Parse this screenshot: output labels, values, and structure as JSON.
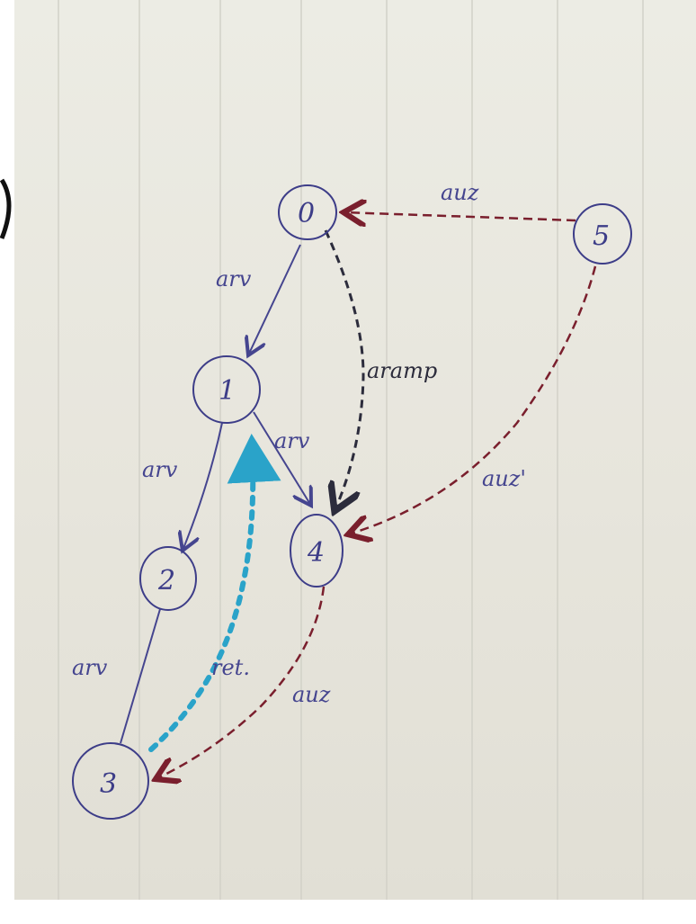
{
  "nodes": [
    {
      "id": "node-0",
      "label": "0"
    },
    {
      "id": "node-1",
      "label": "1"
    },
    {
      "id": "node-2",
      "label": "2"
    },
    {
      "id": "node-3",
      "label": "3"
    },
    {
      "id": "node-4",
      "label": "4"
    },
    {
      "id": "node-5",
      "label": "5"
    }
  ],
  "edges": [
    {
      "from": "0",
      "to": "1",
      "label": "arv",
      "color": "#45458f",
      "style": "solid"
    },
    {
      "from": "1",
      "to": "2",
      "label": "arv",
      "color": "#45458f",
      "style": "solid"
    },
    {
      "from": "1",
      "to": "4",
      "label": "arv",
      "color": "#45458f",
      "style": "solid"
    },
    {
      "from": "2",
      "to": "3",
      "label": "arv",
      "color": "#45458f",
      "style": "solid"
    },
    {
      "from": "0",
      "to": "4",
      "label": "aramp",
      "color": "#2c2c3c",
      "style": "dashed"
    },
    {
      "from": "5",
      "to": "0",
      "label": "auz",
      "color": "#7a1f2d",
      "style": "dashed"
    },
    {
      "from": "5",
      "to": "4",
      "label": "auz'",
      "color": "#7a1f2d",
      "style": "dashed"
    },
    {
      "from": "4",
      "to": "3",
      "label": "auz",
      "color": "#7a1f2d",
      "style": "dashed"
    },
    {
      "from": "3",
      "to": "1",
      "label": "ret.",
      "color": "#2aa3c9",
      "style": "dashed"
    }
  ],
  "colors": {
    "ink_blue": "#45458f",
    "ink_black": "#2c2c3c",
    "ink_red": "#7a1f2d",
    "highlight_cyan": "#2aa3c9",
    "paper": "#e9e8df"
  }
}
